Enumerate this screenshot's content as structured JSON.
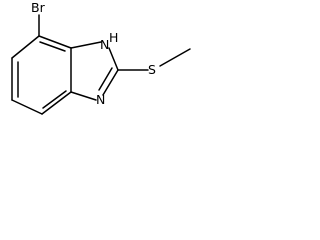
{
  "molecule": {
    "atoms": {
      "bromine": "Br",
      "nitrogen_h": "H",
      "nitrogen_nh": "N",
      "nitrogen": "N",
      "sulfur": "S"
    },
    "colors": {
      "bond": "#000000",
      "label": "#000000",
      "background": "#ffffff"
    }
  }
}
